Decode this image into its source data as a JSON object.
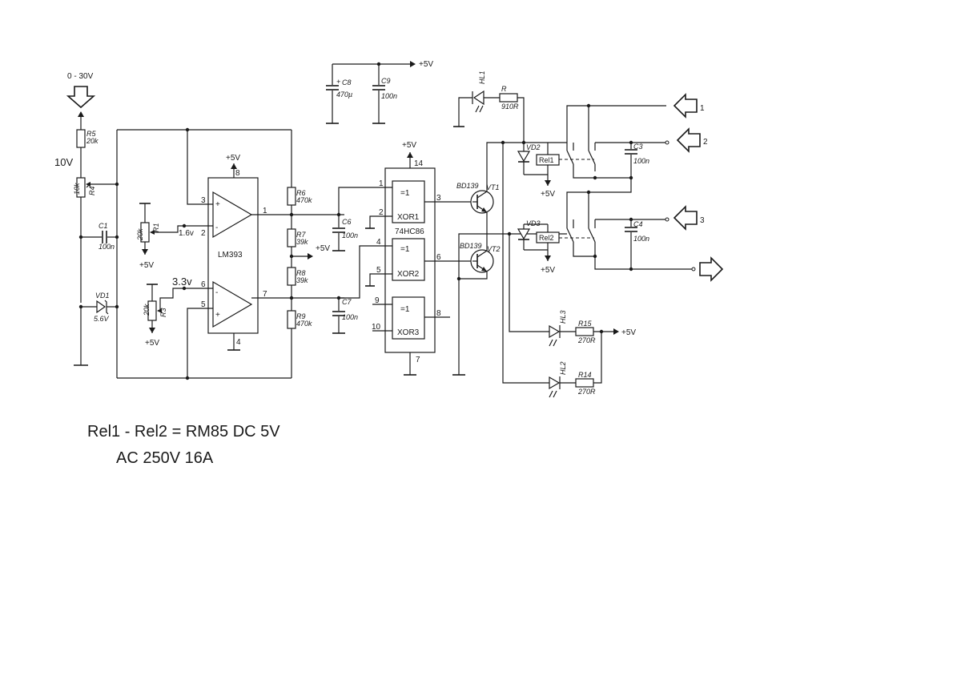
{
  "input": {
    "range": "0 - 30V",
    "ref_level": "10V"
  },
  "supply": "+5V",
  "comparator": {
    "name": "LM393",
    "pins": [
      "3",
      "2",
      "1",
      "8",
      "6",
      "5",
      "7",
      "4"
    ],
    "v_in1": "1.6v",
    "v_in2": "3.3v"
  },
  "xor_chip": {
    "name": "74HC86",
    "gates": [
      "XOR1",
      "XOR2",
      "XOR3"
    ],
    "gate_symbol": "=1",
    "pins": [
      "1",
      "2",
      "3",
      "4",
      "5",
      "6",
      "9",
      "10",
      "8",
      "14",
      "7"
    ]
  },
  "transistors": {
    "t1": {
      "type": "BD139",
      "ref": "VT1"
    },
    "t2": {
      "type": "BD139",
      "ref": "VT2"
    }
  },
  "relays": {
    "r1": "Rel1",
    "r2": "Rel2"
  },
  "outputs": [
    "1",
    "2",
    "3"
  ],
  "components": {
    "R5": {
      "ref": "R5",
      "val": "20k"
    },
    "R4": {
      "ref": "R4",
      "val": "10k"
    },
    "C1": {
      "ref": "C1",
      "val": "100n"
    },
    "VD1": {
      "ref": "VD1",
      "val": "5.6V"
    },
    "R1": {
      "ref": "R1",
      "val": "20k"
    },
    "R3": {
      "ref": "R3",
      "val": "20k"
    },
    "R6": {
      "ref": "R6",
      "val": "470k"
    },
    "R7": {
      "ref": "R7",
      "val": "39k"
    },
    "R8": {
      "ref": "R8",
      "val": "39k"
    },
    "R9": {
      "ref": "R9",
      "val": "470k"
    },
    "C6": {
      "ref": "C6",
      "val": "100n"
    },
    "C7": {
      "ref": "C7",
      "val": "100n"
    },
    "C8": {
      "ref": "C8",
      "val": "470µ"
    },
    "C9": {
      "ref": "C9",
      "val": "100n"
    },
    "HL1": {
      "ref": "HL1"
    },
    "R": {
      "ref": "R",
      "val": "910R"
    },
    "VD2": {
      "ref": "VD2"
    },
    "VD3": {
      "ref": "VD3"
    },
    "C3": {
      "ref": "C3",
      "val": "100n"
    },
    "C4": {
      "ref": "C4",
      "val": "100n"
    },
    "HL3": {
      "ref": "HL3"
    },
    "R15": {
      "ref": "R15",
      "val": "270R"
    },
    "HL2": {
      "ref": "HL2"
    },
    "R14": {
      "ref": "R14",
      "val": "270R"
    }
  },
  "notes": {
    "line1": "Rel1 - Rel2 = RM85  DC 5V",
    "line2": "AC 250V   16A"
  }
}
